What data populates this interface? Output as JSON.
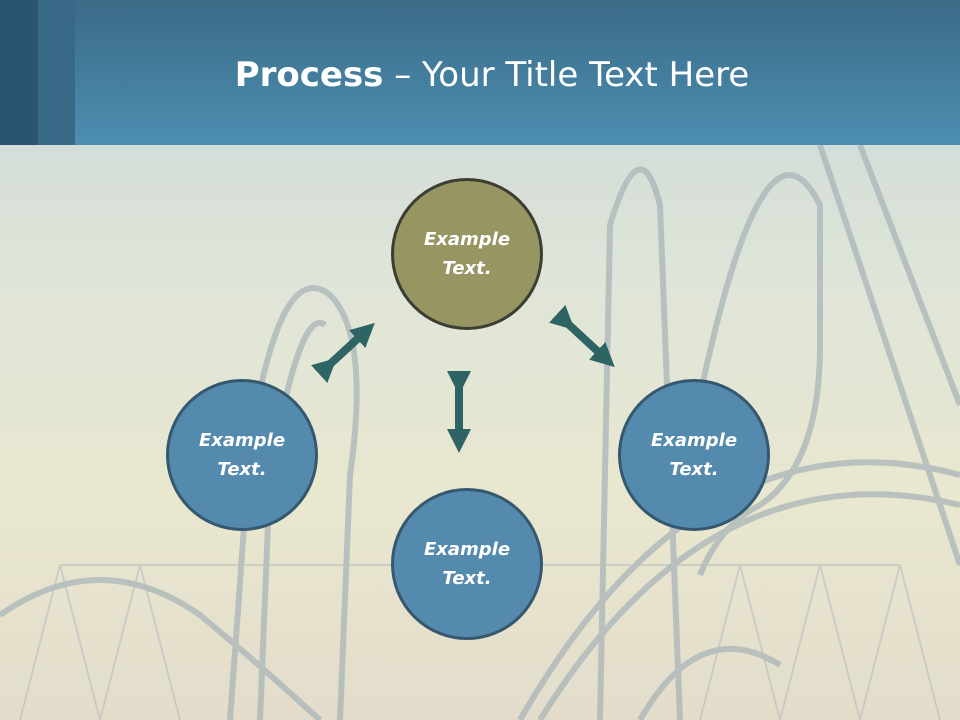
{
  "title": {
    "bold": "Process",
    "rest": " – Your Title Text Here"
  },
  "nodes": [
    {
      "line1": "Example",
      "line2": "Text."
    },
    {
      "line1": "Example",
      "line2": "Text."
    },
    {
      "line1": "Example",
      "line2": "Text."
    },
    {
      "line1": "Example",
      "line2": "Text."
    }
  ],
  "colors": {
    "header": "#4d8eb1",
    "node_top": "#979562",
    "node": "#548aad",
    "arrow": "#2e6464"
  }
}
